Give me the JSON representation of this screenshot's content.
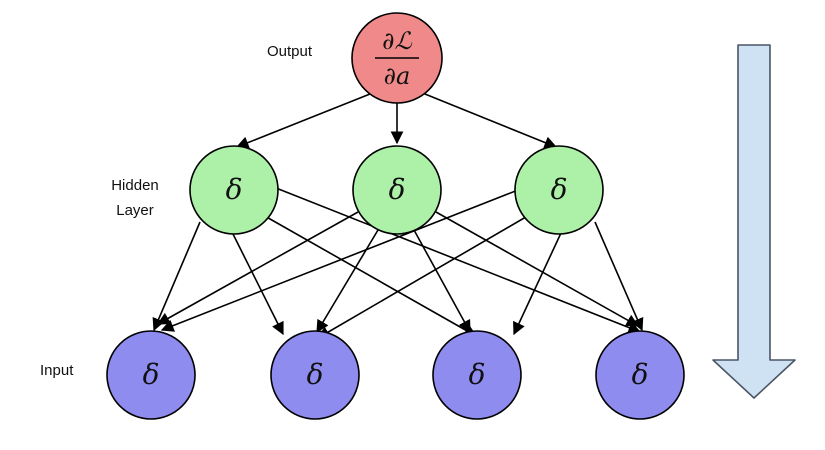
{
  "labels": {
    "output": "Output",
    "hidden_line1": "Hidden",
    "hidden_line2": "Layer",
    "input": "Input"
  },
  "output_node": {
    "numerator": "∂ℒ",
    "denominator": "∂a",
    "fill": "#f08a8a"
  },
  "hidden_nodes": [
    {
      "symbol": "δ"
    },
    {
      "symbol": "δ"
    },
    {
      "symbol": "δ"
    }
  ],
  "input_nodes": [
    {
      "symbol": "δ"
    },
    {
      "symbol": "δ"
    },
    {
      "symbol": "δ"
    },
    {
      "symbol": "δ"
    }
  ],
  "colors": {
    "hidden_fill": "#adf0a8",
    "input_fill": "#8f8cf0",
    "arrow_fill": "#cfe2f3",
    "arrow_stroke": "#4a5566"
  },
  "flow_direction": "down"
}
